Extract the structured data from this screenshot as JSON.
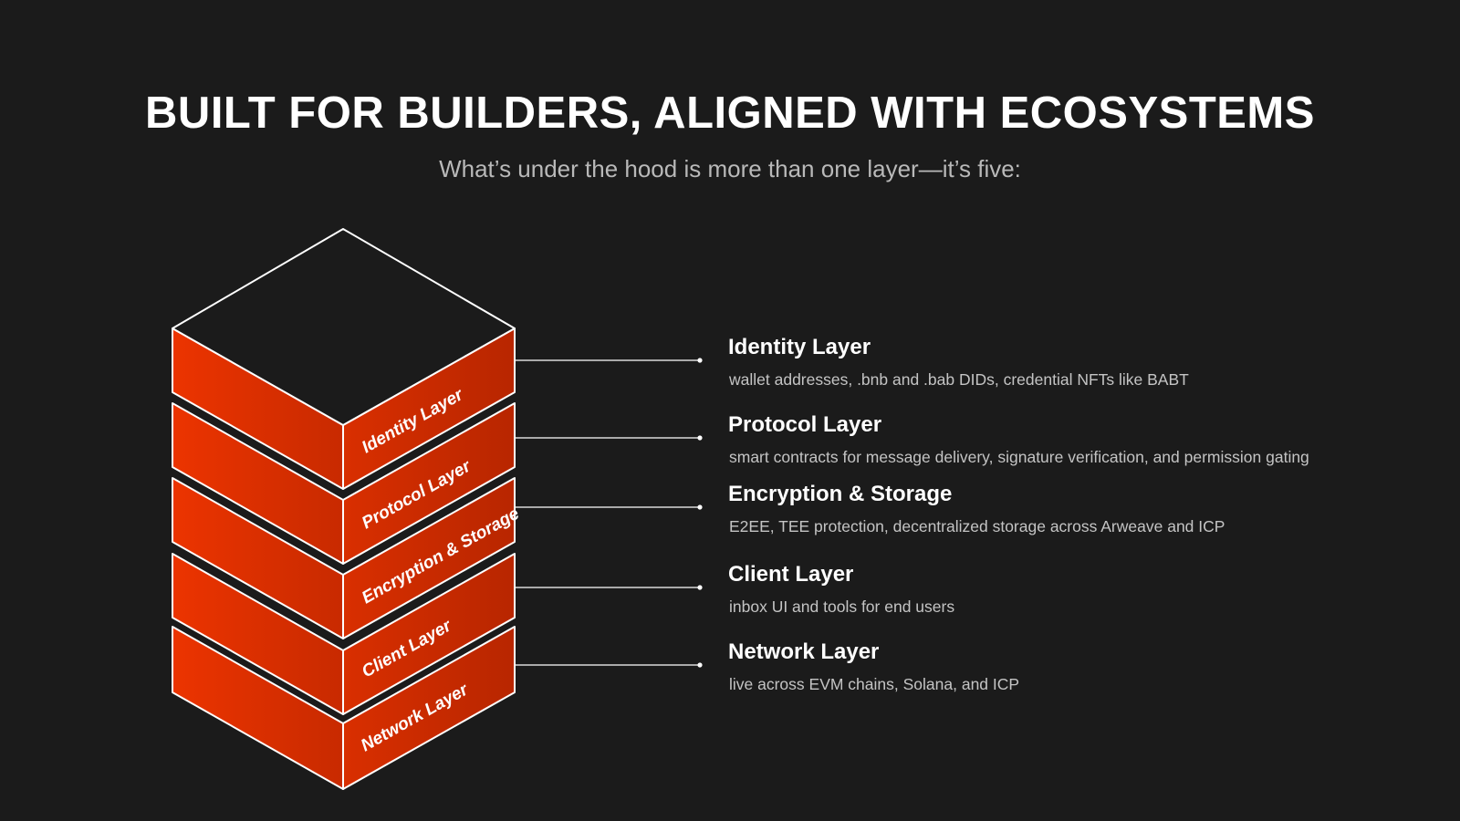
{
  "header": {
    "title": "BUILT FOR BUILDERS, ALIGNED WITH ECOSYSTEMS",
    "subtitle": "What’s under the hood is more than one layer—it’s five:"
  },
  "colors": {
    "background": "#1b1b1b",
    "layer_front": "#e83200",
    "layer_side": "#c42a00",
    "top_face": "#1b1b1b",
    "stroke": "#ffffff"
  },
  "layers": [
    {
      "stack_label": "Identity Layer",
      "title": "Identity Layer",
      "description": "wallet addresses, .bnb and .bab DIDs, credential NFTs like BABT"
    },
    {
      "stack_label": "Protocol Layer",
      "title": "Protocol Layer",
      "description": "smart contracts for message delivery, signature verification, and permission gating"
    },
    {
      "stack_label": "Encryption & Storage",
      "title": "Encryption & Storage",
      "description": "E2EE, TEE protection, decentralized storage across Arweave and ICP"
    },
    {
      "stack_label": "Client Layer",
      "title": "Client Layer",
      "description": "inbox UI and tools for end users"
    },
    {
      "stack_label": "Network Layer",
      "title": "Network Layer",
      "description": "live across EVM chains, Solana, and ICP"
    }
  ]
}
